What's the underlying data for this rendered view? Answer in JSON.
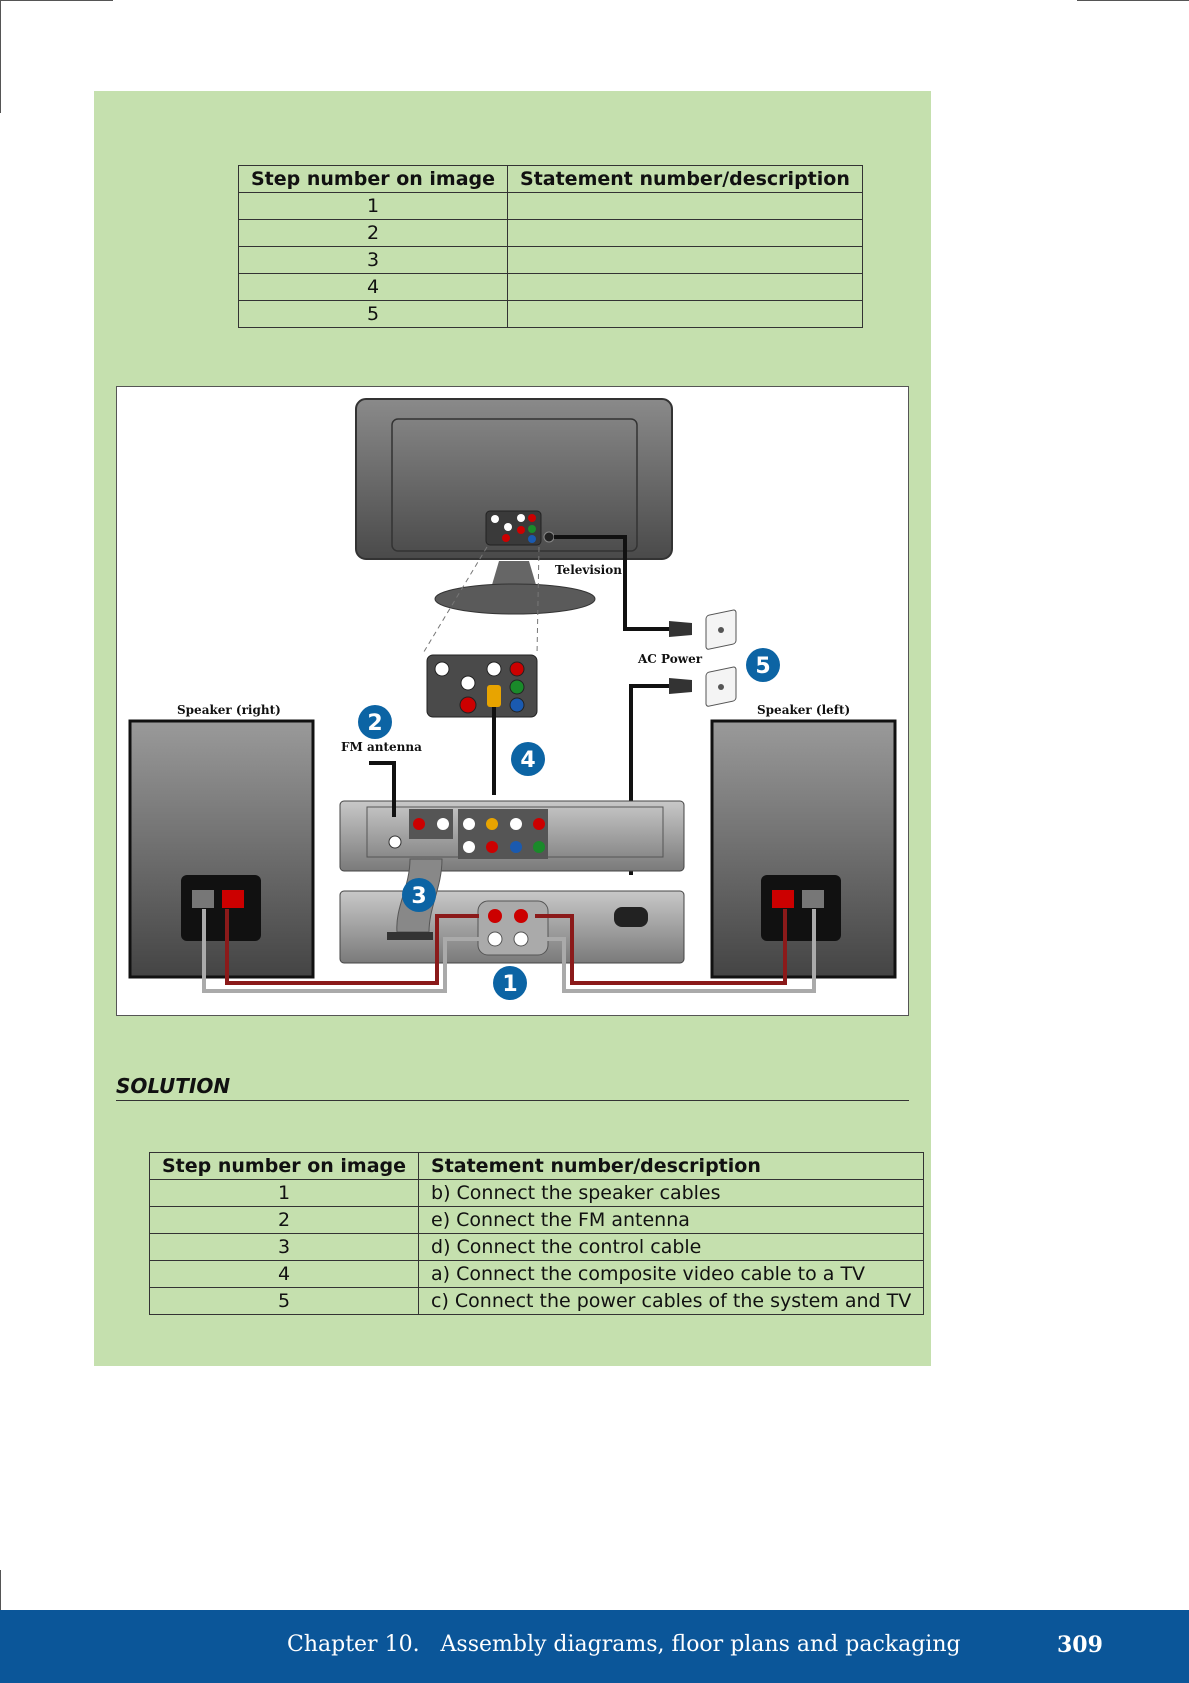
{
  "table_top": {
    "headers": [
      "Step number on image",
      "Statement number/description"
    ],
    "rows": [
      {
        "step": "1",
        "desc": ""
      },
      {
        "step": "2",
        "desc": ""
      },
      {
        "step": "3",
        "desc": ""
      },
      {
        "step": "4",
        "desc": ""
      },
      {
        "step": "5",
        "desc": ""
      }
    ]
  },
  "diagram": {
    "labels": {
      "television": "Television",
      "ac_power": "AC Power",
      "speaker_right": "Speaker (right)",
      "speaker_left": "Speaker (left)",
      "fm_antenna": "FM antenna"
    },
    "badges": [
      "1",
      "2",
      "3",
      "4",
      "5"
    ],
    "colors": {
      "badge": "#0c64a4",
      "speaker_cable": "#8b1a1a",
      "video_plug": "#e8a400"
    }
  },
  "solution": {
    "heading": "SOLUTION",
    "headers": [
      "Step number on image",
      "Statement number/description"
    ],
    "rows": [
      {
        "step": "1",
        "desc": "b) Connect the speaker cables"
      },
      {
        "step": "2",
        "desc": "e) Connect the FM antenna"
      },
      {
        "step": "3",
        "desc": "d) Connect the control cable"
      },
      {
        "step": "4",
        "desc": "a) Connect the composite video cable to a TV"
      },
      {
        "step": "5",
        "desc": "c) Connect the power cables of the system and TV"
      }
    ]
  },
  "footer": {
    "chapter_title": "Chapter 10.   Assembly diagrams, floor plans and packaging",
    "page_number": "309",
    "color": "#0b5699"
  },
  "panel_color": "#c5e0ae"
}
